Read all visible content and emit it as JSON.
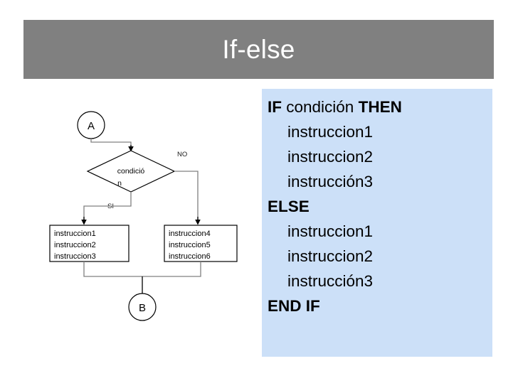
{
  "slide": {
    "title": "If-else",
    "title_bar_color": "#808080",
    "title_text_color": "#ffffff",
    "background_color": "#ffffff"
  },
  "code_panel": {
    "background_color": "#cce0f8",
    "lines": [
      {
        "id": "if-line",
        "parts": [
          {
            "text": "IF",
            "bold": true
          },
          {
            "text": " condición ",
            "bold": false
          },
          {
            "text": "THEN",
            "bold": true
          }
        ],
        "indent": false
      },
      {
        "id": "then-1",
        "parts": [
          {
            "text": "instruccion1",
            "bold": false
          }
        ],
        "indent": true
      },
      {
        "id": "then-2",
        "parts": [
          {
            "text": "instruccion2",
            "bold": false
          }
        ],
        "indent": true
      },
      {
        "id": "then-3",
        "parts": [
          {
            "text": "instrucción3",
            "bold": false
          }
        ],
        "indent": true
      },
      {
        "id": "else-line",
        "parts": [
          {
            "text": "ELSE",
            "bold": true
          }
        ],
        "indent": false
      },
      {
        "id": "else-1",
        "parts": [
          {
            "text": "instruccion1",
            "bold": false
          }
        ],
        "indent": true
      },
      {
        "id": "else-2",
        "parts": [
          {
            "text": "instruccion2",
            "bold": false
          }
        ],
        "indent": true
      },
      {
        "id": "else-3",
        "parts": [
          {
            "text": "instrucción3",
            "bold": false
          }
        ],
        "indent": true
      },
      {
        "id": "endif",
        "parts": [
          {
            "text": "END IF",
            "bold": true
          }
        ],
        "indent": false
      }
    ]
  },
  "flowchart": {
    "connector_start_label": "A",
    "connector_end_label": "B",
    "decision_label_line1": "condició",
    "decision_label_line2": "n",
    "branch_yes_label": "SI",
    "branch_no_label": "NO",
    "process_yes": {
      "line1": "instruccion1",
      "line2": "instruccion2",
      "line3": "instruccion3"
    },
    "process_no": {
      "line1": "instruccion4",
      "line2": "instruccion5",
      "line3": "instruccion6"
    },
    "shape_fill": "#ffffff",
    "shape_stroke": "#000000",
    "connector_line_color": "#808080"
  }
}
